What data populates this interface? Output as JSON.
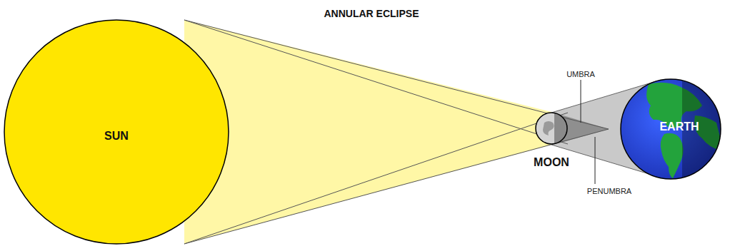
{
  "diagram": {
    "title": "ANNULAR ECLIPSE",
    "nodes": [
      {
        "text": [
          "SUN"
        ]
      },
      {
        "text": [
          "MOON"
        ]
      },
      {
        "text": [
          "EARTH"
        ]
      }
    ],
    "labels": [
      "UMBRA",
      "PENUMBRA"
    ]
  }
}
